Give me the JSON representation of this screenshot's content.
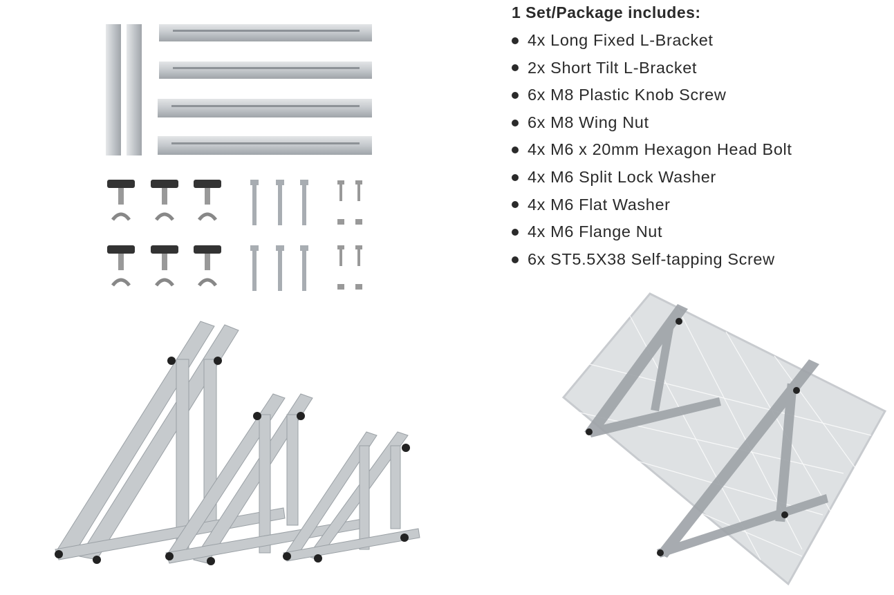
{
  "package": {
    "title": "1 Set/Package includes:",
    "items": [
      {
        "qty": "4x",
        "name": "Long Fixed L-Bracket"
      },
      {
        "qty": "2x",
        "name": "Short Tilt L-Bracket"
      },
      {
        "qty": "6x",
        "name": "M8 Plastic Knob Screw"
      },
      {
        "qty": "6x",
        "name": "M8 Wing Nut"
      },
      {
        "qty": "4x",
        "name": "M6 x 20mm Hexagon Head Bolt"
      },
      {
        "qty": "4x",
        "name": "M6 Split Lock Washer"
      },
      {
        "qty": "4x",
        "name": "M6 Flat Washer"
      },
      {
        "qty": "4x",
        "name": "M6 Flange Nut"
      },
      {
        "qty": "6x",
        "name": "ST5.5X38 Self-tapping Screw"
      }
    ]
  },
  "colors": {
    "text": "#2a2a2a",
    "aluminum": "#c9ccd0",
    "aluminum_dark": "#9ea3a8",
    "knob": "#333333"
  }
}
